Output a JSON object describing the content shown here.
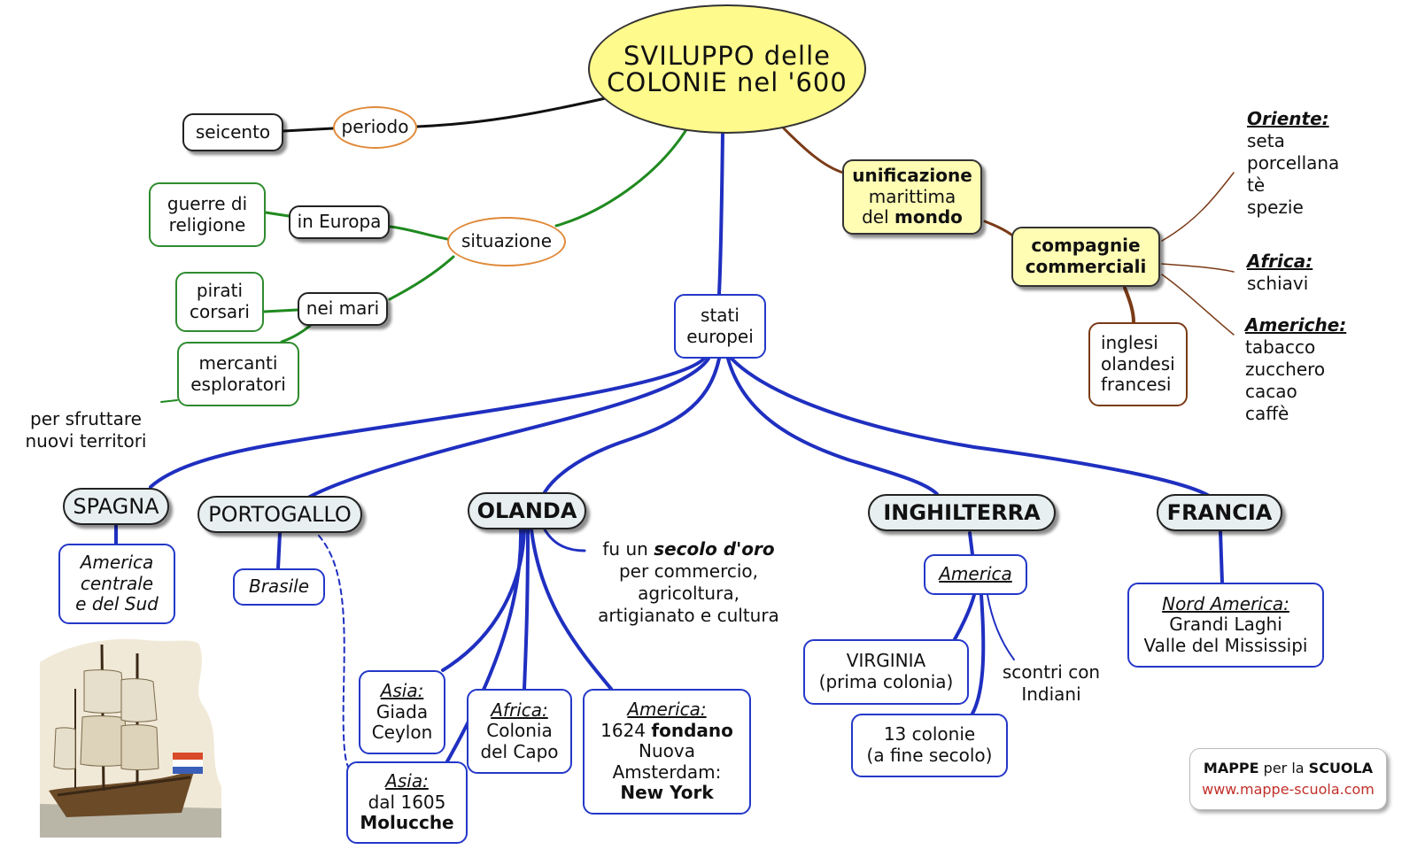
{
  "root": {
    "line1": "SVILUPPO delle",
    "line2": "COLONIE nel '600"
  },
  "periodo": {
    "label": "periodo",
    "seicento": "seicento"
  },
  "situazione": {
    "label": "situazione",
    "in_europa": "in Europa",
    "guerre": [
      "guerre di",
      "religione"
    ],
    "nei_mari": "nei mari",
    "pirati": [
      "pirati",
      "corsari"
    ],
    "mercanti": [
      "mercanti",
      "esploratori"
    ],
    "sfruttare": [
      "per sfruttare",
      "nuovi territori"
    ]
  },
  "unificazione": {
    "b1": "unificazione",
    "line2": "marittima",
    "pre3": "del ",
    "b3": "mondo"
  },
  "compagnie": {
    "line1": "compagnie",
    "line2": "commerciali"
  },
  "nazioni_compagnie": [
    "inglesi",
    "olandesi",
    "francesi"
  ],
  "oriente": {
    "title": "Oriente:",
    "items": [
      "seta",
      "porcellana",
      "tè",
      "spezie"
    ]
  },
  "africa_prodotti": {
    "title": "Africa:",
    "items": [
      "schiavi"
    ]
  },
  "americhe": {
    "title": "Americhe:",
    "items": [
      "tabacco",
      "zucchero",
      "cacao",
      "caffè"
    ]
  },
  "stati": [
    "stati",
    "europei"
  ],
  "spagna": {
    "label": "SPAGNA",
    "colonie": [
      "America",
      "centrale",
      "e del Sud"
    ]
  },
  "portogallo": {
    "label": "PORTOGALLO",
    "brasile": "Brasile",
    "molucche": {
      "title": "Asia:",
      "line2": "dal 1605",
      "line3": "Molucche"
    }
  },
  "olanda": {
    "label": "OLANDA",
    "nota": {
      "pre": "fu un ",
      "bold": "secolo d'oro",
      "line2": "per commercio,",
      "line3": "agricoltura,",
      "line4": "artigianato e cultura"
    },
    "asia": {
      "title": "Asia:",
      "items": [
        "Giada",
        "Ceylon"
      ]
    },
    "africa": {
      "title": "Africa:",
      "items": [
        "Colonia",
        "del Capo"
      ]
    },
    "america": {
      "title": "America:",
      "pre2": "1624 ",
      "b2": "fondano",
      "line3": "Nuova",
      "line4": "Amsterdam:",
      "line5": "New York"
    }
  },
  "inghilterra": {
    "label": "INGHILTERRA",
    "america": "America",
    "virginia": [
      "VIRGINIA",
      "(prima colonia)"
    ],
    "tredici": [
      "13 colonie",
      "(a fine secolo)"
    ],
    "scontri": [
      "scontri con",
      "Indiani"
    ]
  },
  "francia": {
    "label": "FRANCIA",
    "nord": {
      "title": "Nord America:",
      "items": [
        "Grandi Laghi",
        "Valle del Mississipi"
      ]
    }
  },
  "brand": {
    "bold1": "MAPPE",
    "mid": " per la ",
    "bold2": "SCUOLA",
    "url": "www.mappe-scuola.com"
  },
  "colors": {
    "blue": "#1f2fc0",
    "green": "#1f8a1f",
    "brown": "#7a3b17",
    "orange": "#e08a3a",
    "black": "#111111"
  }
}
